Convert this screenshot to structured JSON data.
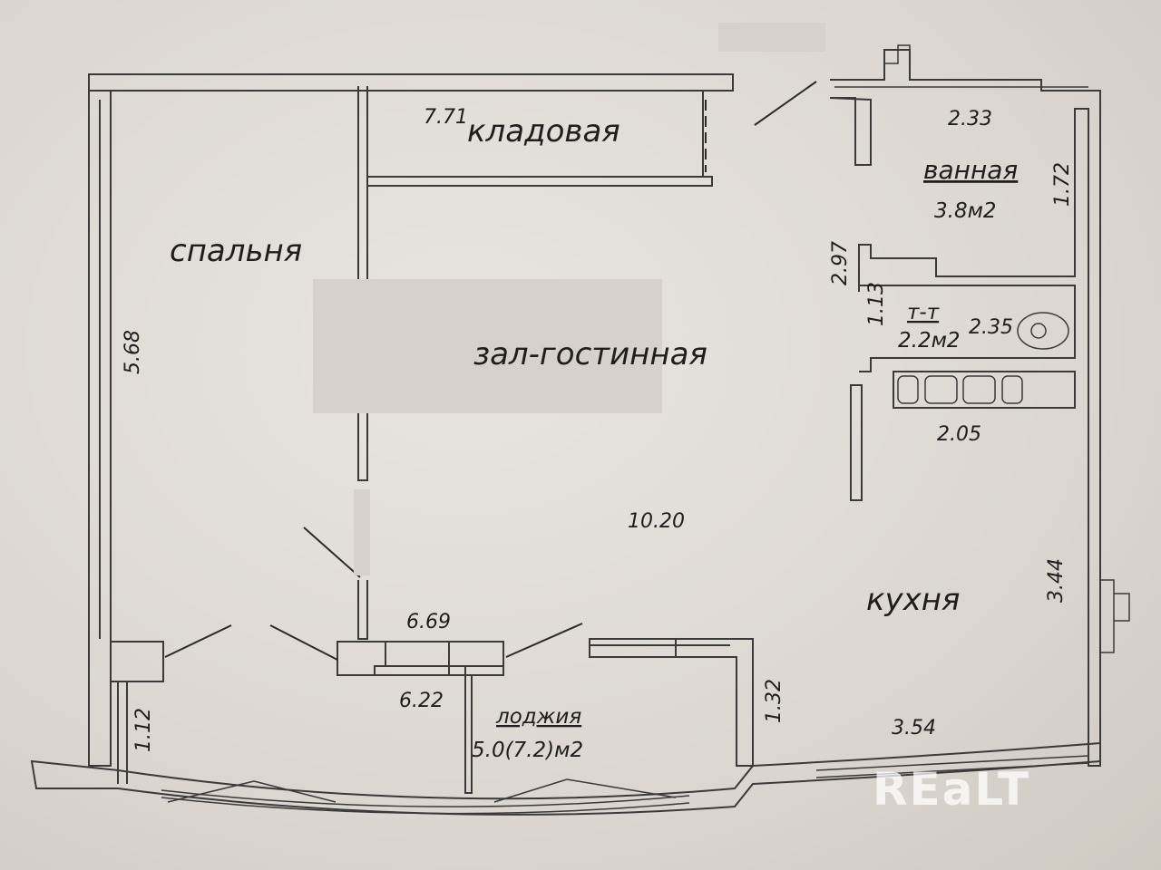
{
  "rooms": {
    "storage": "кладовая",
    "bedroom": "спальня",
    "living": "зал-гостинная",
    "bathroom": "ванная",
    "bathroom_area": "3.8м2",
    "toilet": "т-т",
    "toilet_area": "2.2м2",
    "kitchen": "кухня",
    "loggia": "лоджия",
    "loggia_area": "5.0(7.2)м2"
  },
  "dimensions": {
    "storage_length": "7.71",
    "bath_width": "2.33",
    "bath_height": "1.72",
    "corridor": "2.97",
    "toilet_height": "1.13",
    "toilet_width": "2.35",
    "kitchen_counter": "2.05",
    "bedroom_height": "5.68",
    "living_width": "10.20",
    "kitchen_height": "3.44",
    "loggia_outer": "6.69",
    "loggia_inner": "6.22",
    "loggia_left": "1.12",
    "loggia_right": "1.32",
    "kitchen_width": "3.54"
  },
  "watermark": "REaLT"
}
